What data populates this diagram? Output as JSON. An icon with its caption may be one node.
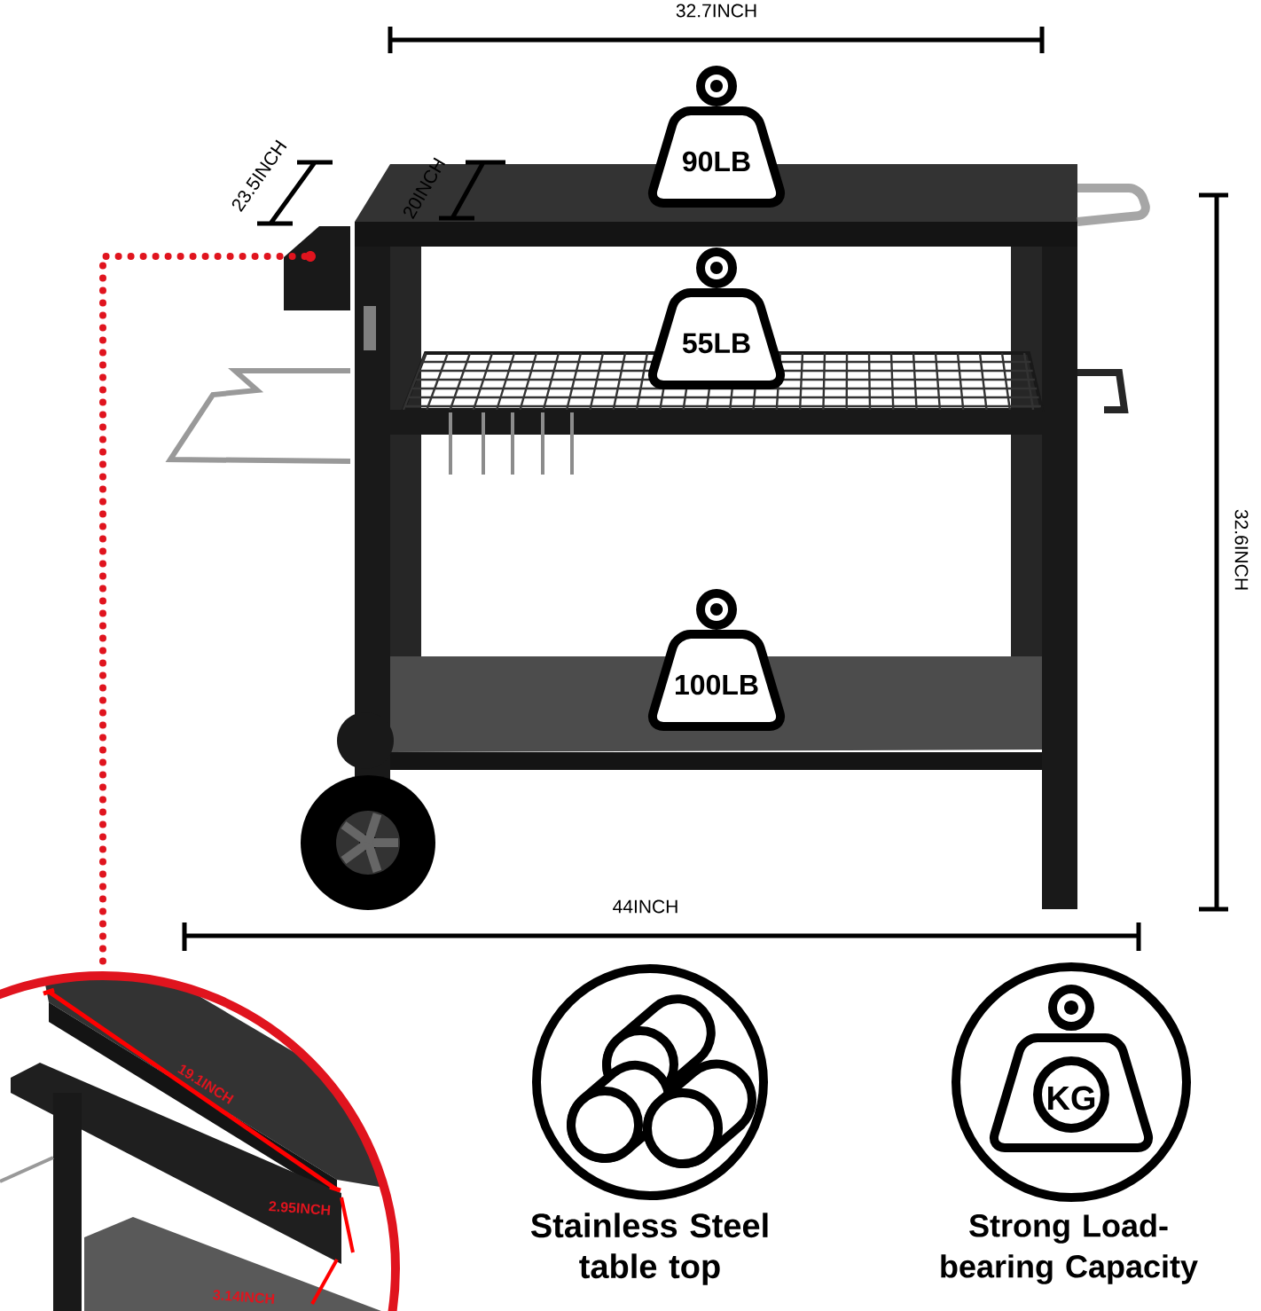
{
  "diagram": {
    "nodes": [
      {
        "text": [
          "90LB"
        ]
      },
      {
        "text": [
          "55LB"
        ]
      },
      {
        "text": [
          "100LB"
        ]
      },
      {
        "text": [
          "KG"
        ]
      },
      {
        "text": [],
        "shape": "picture"
      },
      {
        "text": [],
        "shape": "circle"
      }
    ],
    "edges": [
      {
        "from": 5,
        "to": 4,
        "arrow": "none",
        "style": "dashed",
        "color": "#e0141e"
      }
    ],
    "labels": [
      "32.7INCH",
      "23.5INCH",
      "20INCH",
      "32.6INCH",
      "44INCH",
      "19.1INCH",
      "2.95INCH",
      "Stainless Steel table top",
      "Strong Load-bearing Capacity",
      "3.14INCH"
    ]
  }
}
